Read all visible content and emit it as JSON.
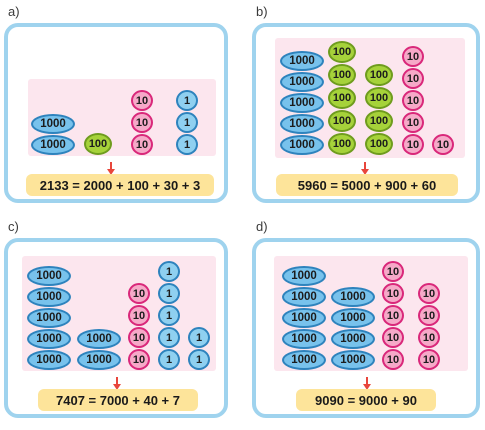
{
  "panels": [
    {
      "label": "a)",
      "equation": "2133 = 2000 + 100 + 30 + 3"
    },
    {
      "label": "b)",
      "equation": "5960 = 5000 + 900 + 60"
    },
    {
      "label": "c)",
      "equation": "7407 = 7000 + 40 + 7"
    },
    {
      "label": "d)",
      "equation": "9090 = 9000 + 90"
    }
  ],
  "tokens": {
    "thousand": "1000",
    "hundred": "100",
    "ten": "10",
    "one": "1"
  },
  "colors": {
    "panel_border": "#9fd3ee",
    "pink_bg": "#fce6ee",
    "equation_bg": "#fde49a",
    "thousand_fill": "#78c2ec",
    "hundred_fill": "#a6d23a",
    "ten_fill": "#f6a9c8",
    "arrow": "#e8463c"
  }
}
